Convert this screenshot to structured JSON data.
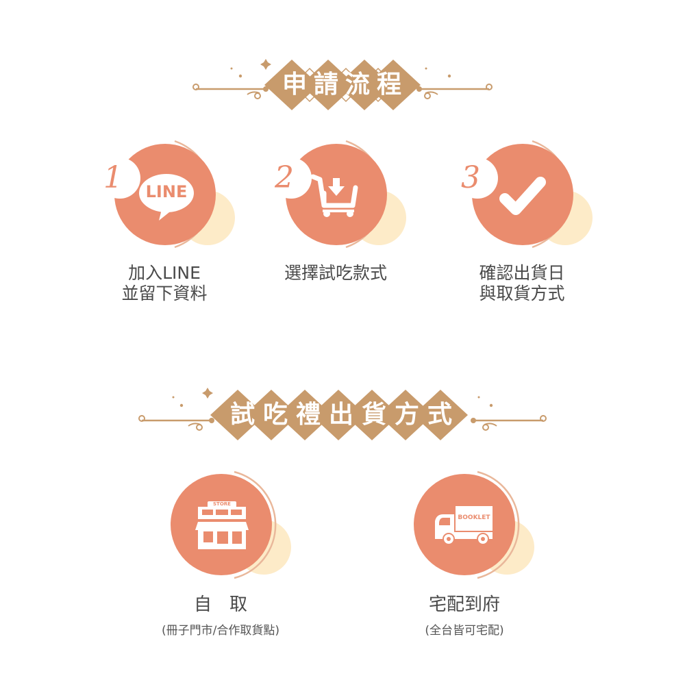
{
  "colors": {
    "gold": "#C89B6C",
    "coral": "#EA8C6E",
    "cream": "#FDEBC8",
    "ring": "#E9B79A",
    "text": "#4a4a4a"
  },
  "section1": {
    "title": "申請流程",
    "steps": [
      {
        "number": "1",
        "icon": "line-chat-icon",
        "icon_text": "LINE",
        "caption": "加入LINE\n並留下資料"
      },
      {
        "number": "2",
        "icon": "cart-download-icon",
        "caption": "選擇試吃款式"
      },
      {
        "number": "3",
        "icon": "checkmark-icon",
        "caption": "確認出貨日\n與取貨方式"
      }
    ]
  },
  "section2": {
    "title": "試吃禮出貨方式",
    "methods": [
      {
        "icon": "store-icon",
        "icon_text": "STORE",
        "label": "自　取",
        "sublabel": "(冊子門市/合作取貨點)"
      },
      {
        "icon": "delivery-truck-icon",
        "icon_text": "BOOKLET",
        "label": "宅配到府",
        "sublabel": "(全台皆可宅配)"
      }
    ]
  }
}
